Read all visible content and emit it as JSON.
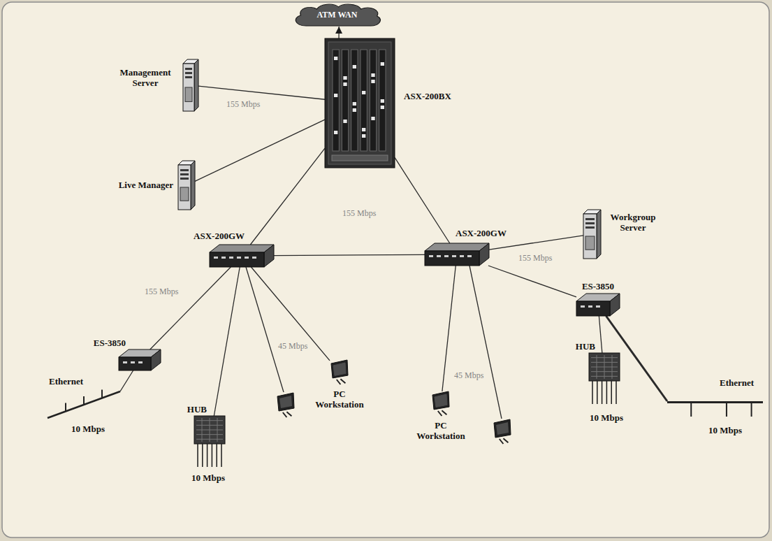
{
  "diagram": {
    "nodes": [
      {
        "text": [
          "ATM WAN"
        ]
      },
      {
        "text": [
          "Management Server"
        ]
      },
      {
        "text": [
          "Live Manager"
        ]
      },
      {
        "text": [
          "ASX-200BX"
        ]
      },
      {
        "text": [
          "ASX-200GW"
        ]
      },
      {
        "text": [
          "ASX-200GW"
        ]
      },
      {
        "text": [
          "Workgroup Server"
        ]
      },
      {
        "text": [
          "ES-3850"
        ]
      },
      {
        "text": [
          "HUB"
        ]
      },
      {
        "text": [
          "PC Workstation"
        ]
      },
      {
        "text": [
          "PC Workstation"
        ]
      },
      {
        "text": [
          "ES-3850"
        ]
      },
      {
        "text": [
          "HUB"
        ]
      },
      {
        "text": [
          "Ethernet"
        ]
      },
      {
        "text": [
          "Ethernet"
        ]
      }
    ],
    "edges": [
      {
        "from": 3,
        "to": 0,
        "arrow": "to"
      },
      {
        "from": 1,
        "to": 3,
        "arrow": "none"
      },
      {
        "from": 2,
        "to": 3,
        "arrow": "none"
      },
      {
        "from": 3,
        "to": 4,
        "arrow": "none"
      },
      {
        "from": 3,
        "to": 5,
        "arrow": "none"
      },
      {
        "from": 4,
        "to": 5,
        "arrow": "none"
      },
      {
        "from": 5,
        "to": 6,
        "arrow": "none"
      },
      {
        "from": 4,
        "to": 7,
        "arrow": "none"
      },
      {
        "from": 4,
        "to": 8,
        "arrow": "none"
      },
      {
        "from": 4,
        "to": 9,
        "arrow": "none"
      },
      {
        "from": 5,
        "to": 10,
        "arrow": "none"
      },
      {
        "from": 5,
        "to": 11,
        "arrow": "none"
      },
      {
        "from": 11,
        "to": 12,
        "arrow": "none"
      },
      {
        "from": 7,
        "to": 13,
        "arrow": "none"
      },
      {
        "from": 11,
        "to": 14,
        "arrow": "none"
      }
    ],
    "labels": [
      "155 Mbps",
      "155 Mbps",
      "155 Mbps",
      "155 Mbps",
      "45 Mbps",
      "45 Mbps",
      "10 Mbps",
      "10 Mbps",
      "10 Mbps",
      "10 Mbps"
    ]
  }
}
